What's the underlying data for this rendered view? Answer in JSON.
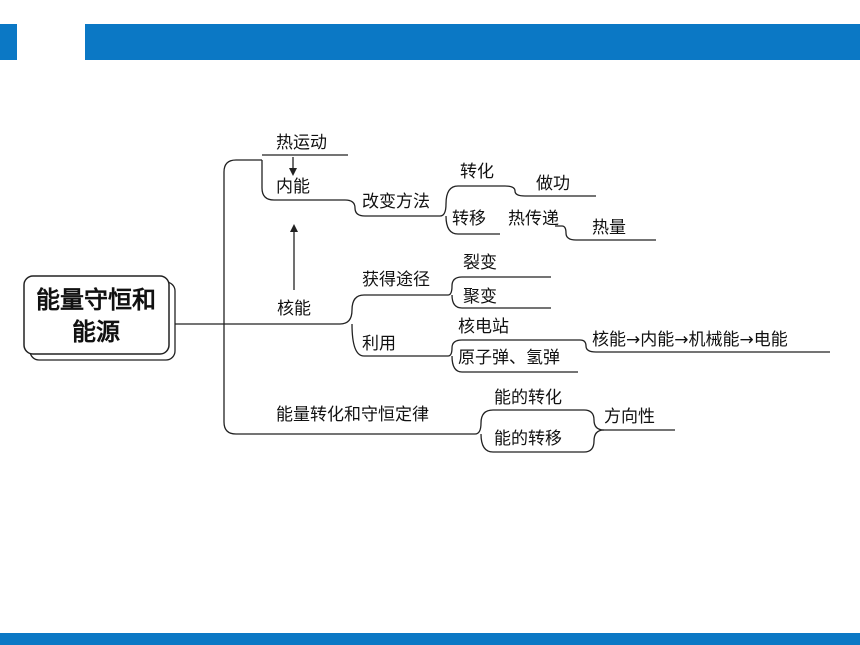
{
  "header": {
    "accent_color": "#0b78c5"
  },
  "diagram": {
    "root": {
      "line1": "能量守恒和",
      "line2": "能源"
    },
    "thermal_motion": "热运动",
    "internal_energy": "内能",
    "change_methods": "改变方法",
    "conversion": "转化",
    "work": "做功",
    "transfer": "转移",
    "heat_transfer": "热传递",
    "heat": "热量",
    "nuclear_energy": "核能",
    "ways_to_obtain": "获得途径",
    "fission": "裂变",
    "fusion": "聚变",
    "utilization": "利用",
    "nuclear_power_plant": "核电站",
    "bombs": "原子弹、氢弹",
    "energy_chain": "核能→内能→机械能→电能",
    "conservation_law": "能量转化和守恒定律",
    "energy_conversion": "能的转化",
    "energy_transfer": "能的转移",
    "directionality": "方向性"
  },
  "footer": {
    "accent_color": "#0b78c5"
  }
}
